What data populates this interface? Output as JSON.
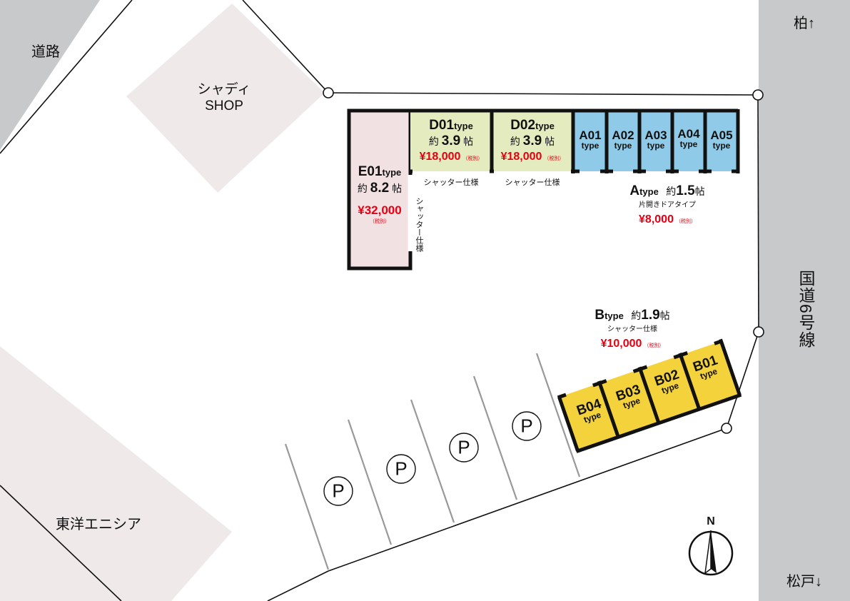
{
  "places": {
    "road": "道路",
    "shady_shop": [
      "シャディ",
      "SHOP"
    ],
    "toyo_enishia": "東洋エニシア",
    "route6": "国道6号線",
    "north_to": "柏↑",
    "south_to": "松戸↓",
    "compass": "N"
  },
  "units": {
    "e01": {
      "name": "E01",
      "type": "type",
      "area_prefix": "約",
      "area": "8.2",
      "area_unit": "帖",
      "price": "¥32,000",
      "tax": "（税別）",
      "note": "シャッター仕様"
    },
    "d01": {
      "name": "D01",
      "type": "type",
      "area_prefix": "約",
      "area": "3.9",
      "area_unit": "帖",
      "price": "¥18,000",
      "tax": "（税別）",
      "note": "シャッター仕様"
    },
    "d02": {
      "name": "D02",
      "type": "type",
      "area_prefix": "約",
      "area": "3.9",
      "area_unit": "帖",
      "price": "¥18,000",
      "tax": "（税別）",
      "note": "シャッター仕様"
    },
    "a_units": [
      {
        "name": "A01",
        "type": "type"
      },
      {
        "name": "A02",
        "type": "type"
      },
      {
        "name": "A03",
        "type": "type"
      },
      {
        "name": "A04",
        "type": "type"
      },
      {
        "name": "A05",
        "type": "type"
      }
    ],
    "b_units": [
      {
        "name": "B01",
        "type": "type"
      },
      {
        "name": "B02",
        "type": "type"
      },
      {
        "name": "B03",
        "type": "type"
      },
      {
        "name": "B04",
        "type": "type"
      }
    ]
  },
  "type_info": {
    "a": {
      "letter": "A",
      "type": "type",
      "area_prefix": "約",
      "area": "1.5",
      "area_unit": "帖",
      "door": "片開きドアタイプ",
      "price": "¥8,000",
      "tax": "（税別）"
    },
    "b": {
      "letter": "B",
      "type": "type",
      "area_prefix": "約",
      "area": "1.9",
      "area_unit": "帖",
      "door": "シャッター仕様",
      "price": "¥10,000",
      "tax": "（税別）"
    }
  },
  "parking_symbol": "P",
  "colors": {
    "road_gray": "#c8c9ca",
    "building_pink": "#efe9e9",
    "e_unit": "#f2e1e2",
    "d_unit": "#e4ebbf",
    "a_unit": "#8fcbe8",
    "b_unit": "#f4d23c",
    "price_red": "#e60012"
  }
}
